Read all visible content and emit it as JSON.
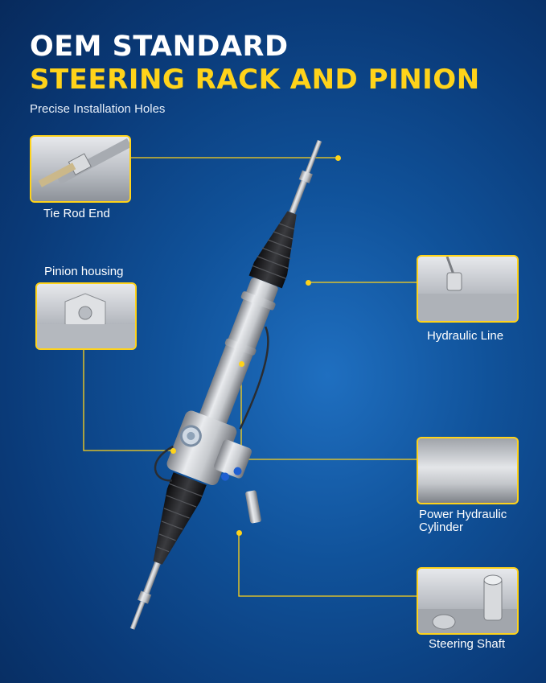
{
  "header": {
    "title_line1": "OEM STANDARD",
    "title_line2": "STEERING RACK AND PINION",
    "subtitle": "Precise Installation Holes"
  },
  "callouts": {
    "tie_rod_end": "Tie Rod End",
    "pinion_housing": "Pinion housing",
    "hydraulic_line": "Hydraulic Line",
    "power_hydraulic_cylinder_line1": "Power Hydraulic",
    "power_hydraulic_cylinder_line2": "Cylinder",
    "steering_shaft": "Steering Shaft"
  },
  "colors": {
    "accent": "#ffd31a",
    "title": "#ffffff",
    "background": "#0a3a78"
  }
}
